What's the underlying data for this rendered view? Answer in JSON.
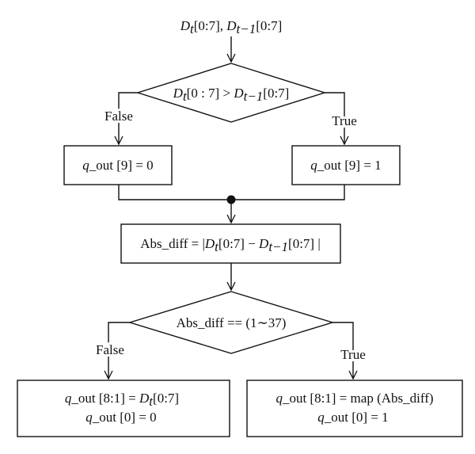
{
  "input": {
    "a": "D",
    "a_sub": "t",
    "a_rng": "[0:7],",
    "b": "D",
    "b_sub": "t−1",
    "b_rng": "[0:7]"
  },
  "decision1": {
    "a": "D",
    "a_sub": "t",
    "a_rng": "[0 : 7] >",
    "b": "D",
    "b_sub": "t−1",
    "b_rng": "[0:7]",
    "false_label": "False",
    "true_label": "True"
  },
  "box_left1": {
    "q": "q",
    "rest": "_out [9] = 0"
  },
  "box_right1": {
    "q": "q",
    "rest": "_out [9] = 1"
  },
  "abs_box": {
    "pre": "Abs_diff = |",
    "a": "D",
    "a_sub": "t",
    "a_rng": "[0:7] −",
    "b": "D",
    "b_sub": "t−1",
    "b_rng": "[0:7] |"
  },
  "decision2": {
    "text": "Abs_diff == (1∼37)",
    "false_label": "False",
    "true_label": "True"
  },
  "box_left2": {
    "q1": "q",
    "r1": "_out [8:1] =",
    "d": "D",
    "d_sub": "t",
    "d_rng": "[0:7]",
    "q2": "q",
    "r2": "_out [0] = 0"
  },
  "box_right2": {
    "q1": "q",
    "r1": "_out [8:1] = map (Abs_diff)",
    "q2": "q",
    "r2": "_out [0] = 1"
  }
}
